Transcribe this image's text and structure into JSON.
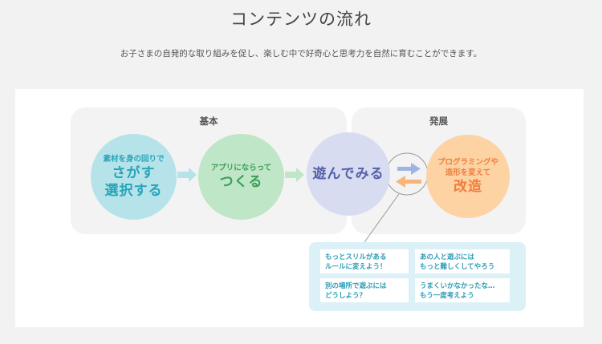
{
  "title": "コンテンツの流れ",
  "lead": "お子さまの自発的な取り組みを促し、楽しむ中で好奇心と思考力を自然に育むことができます。",
  "zones": {
    "basic": "基本",
    "development": "発展"
  },
  "steps": {
    "search": {
      "small": "素材を身の回りで",
      "big_line1": "さがす",
      "big_line2": "選択する"
    },
    "make": {
      "small": "アプリにならって",
      "big": "つくる"
    },
    "play": {
      "big": "遊んでみる"
    },
    "modify": {
      "small_line1": "プログラミングや",
      "small_line2": "造形を変えて",
      "big": "改造"
    }
  },
  "ideas": [
    {
      "line1": "もっとスリルがある",
      "line2": "ルールに変えよう！"
    },
    {
      "line1": "あの人と遊ぶには",
      "line2": "もっと難しくしてやろう"
    },
    {
      "line1": "別の場所で遊ぶには",
      "line2": "どうしよう？"
    },
    {
      "line1": "うまくいかなかったな…",
      "line2": "もう一度考えよう"
    }
  ],
  "colors": {
    "search": "#b6e3ea",
    "make": "#bfe6c6",
    "play": "#d8dcf0",
    "modify": "#fdd3a4",
    "arrow_to_modify": "#9fb4e6",
    "arrow_to_play": "#f7b678",
    "ideas_bg": "#dcf1f7"
  }
}
